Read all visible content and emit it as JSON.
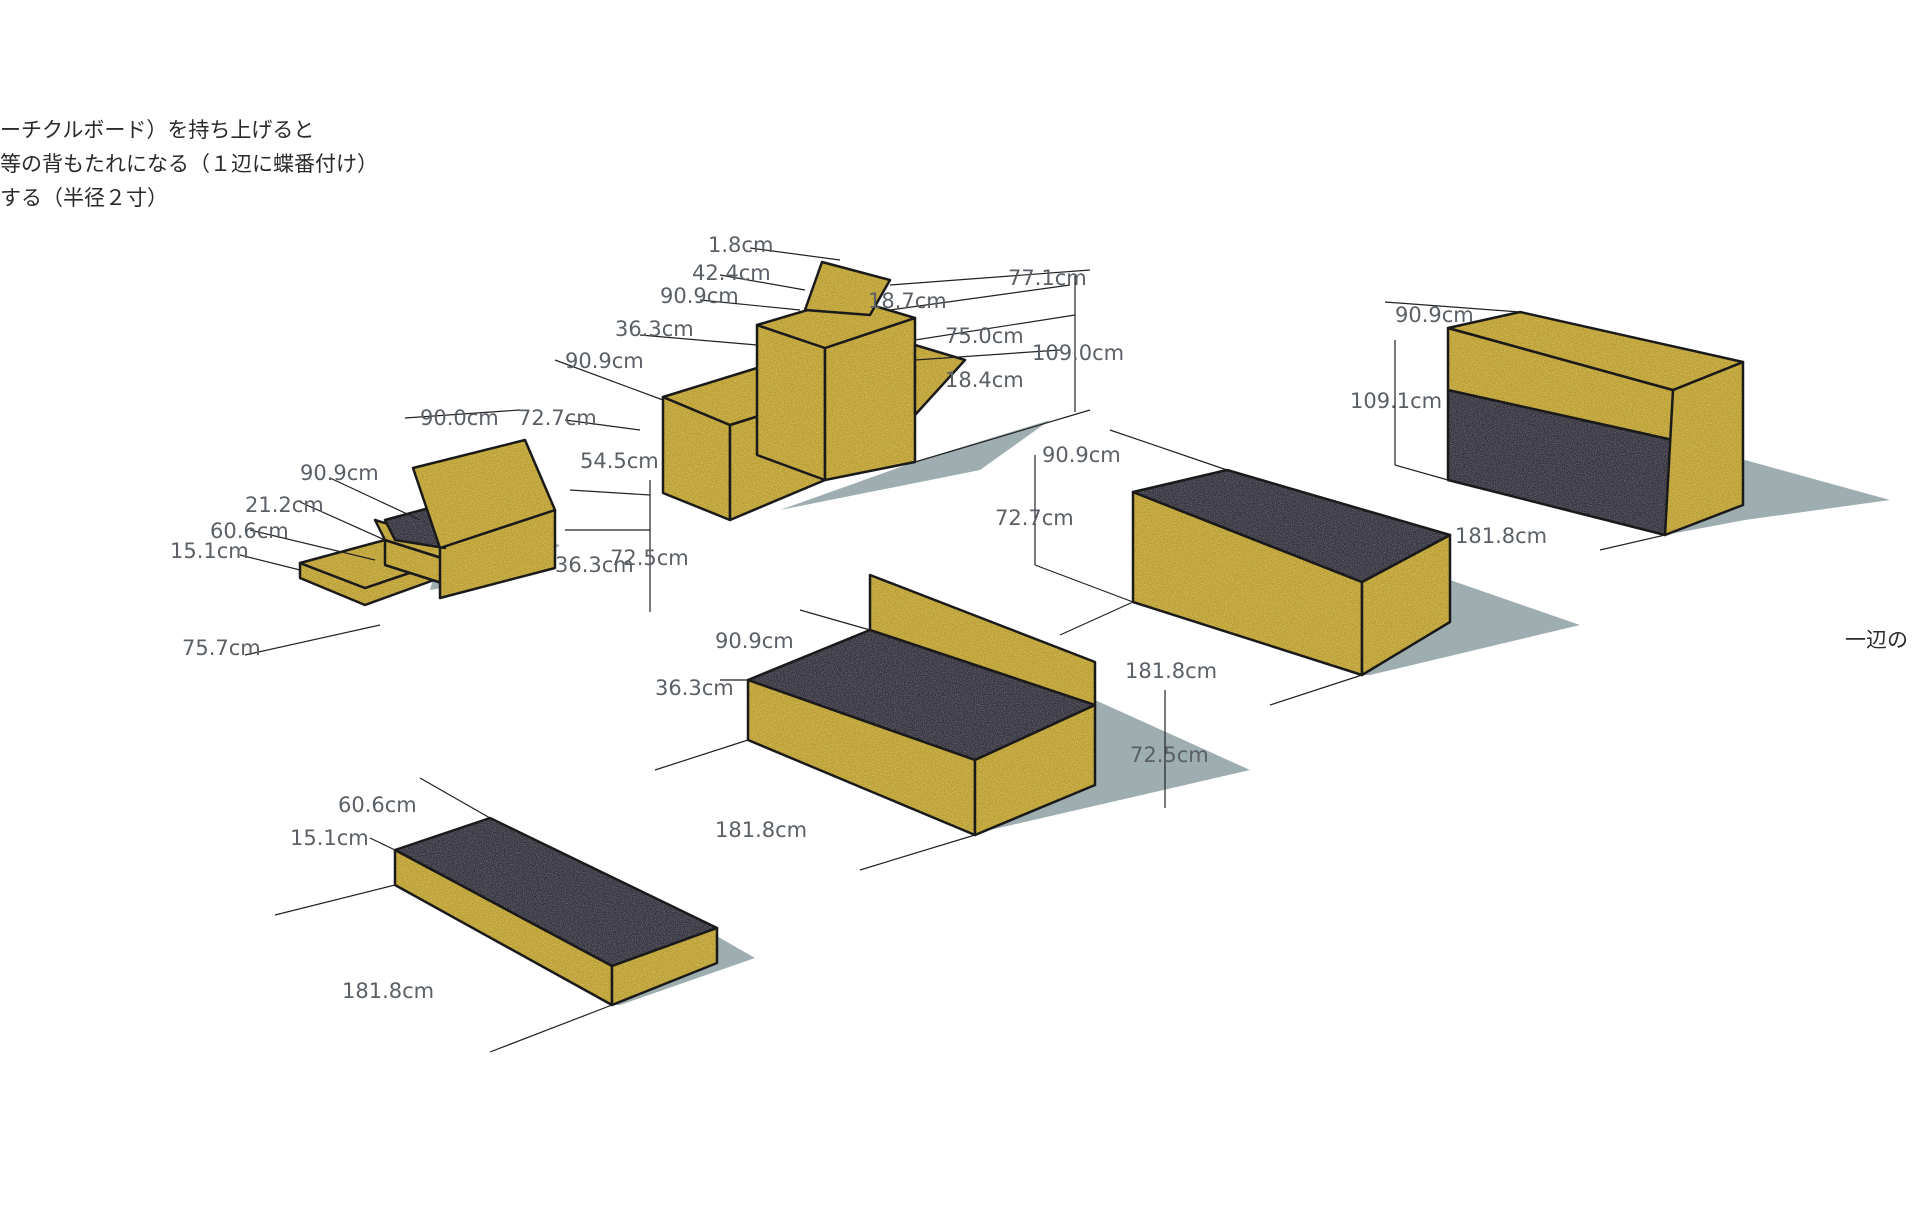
{
  "notes": [
    "ーチクルボード）を持ち上げると",
    "等の背もたれになる（１辺に蝶番付け）",
    "する（半径２寸）"
  ],
  "side_label": "一辺の",
  "colors": {
    "cork": "#b89b2e",
    "cork_dark": "#8f7a22",
    "cushion": "#2f2e38",
    "shadow": "#9eadaf",
    "dim_text": "#5a6066"
  },
  "modules": {
    "chair": {
      "labels": [
        "90.0cm",
        "72.7cm",
        "90.9cm",
        "21.2cm",
        "60.6cm",
        "15.1cm",
        "54.5cm",
        "72.5cm",
        "36.3cm",
        "75.7cm"
      ]
    },
    "step_box": {
      "labels": [
        "1.8cm",
        "42.4cm",
        "90.9cm",
        "36.3cm",
        "90.9cm",
        "77.1cm",
        "18.7cm",
        "75.0cm",
        "18.4cm",
        "109.0cm"
      ]
    },
    "tall_cabinet": {
      "labels": [
        "90.9cm",
        "109.1cm",
        "181.8cm"
      ]
    },
    "table_box": {
      "labels": [
        "90.9cm",
        "72.7cm",
        "181.8cm"
      ]
    },
    "sofa": {
      "labels": [
        "90.9cm",
        "36.3cm",
        "72.5cm",
        "181.8cm"
      ]
    },
    "bench": {
      "labels": [
        "60.6cm",
        "15.1cm",
        "181.8cm"
      ]
    }
  }
}
